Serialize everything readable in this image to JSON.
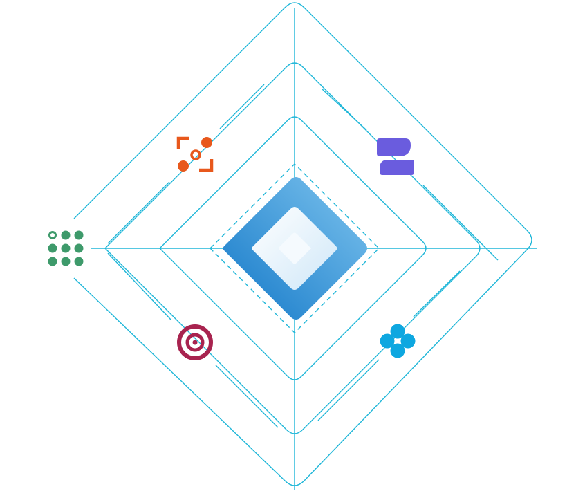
{
  "diagram": {
    "line_color": "#1eb6d8",
    "center": {
      "tile_gradient": [
        "#1378c8",
        "#7ec4ee"
      ],
      "inner_gradient": [
        "#ffffff",
        "#cfe7f8"
      ]
    },
    "icons": [
      {
        "id": "orange",
        "icon": "focus-people-icon",
        "color": "#e8581c"
      },
      {
        "id": "purple",
        "icon": "stacked-bars-icon",
        "color": "#6a5cde"
      },
      {
        "id": "green",
        "icon": "dot-grid-icon",
        "color": "#3e9a6b"
      },
      {
        "id": "magenta",
        "icon": "target-icon",
        "color": "#a8234f"
      },
      {
        "id": "blue",
        "icon": "clover-icon",
        "color": "#0ea7e0"
      }
    ]
  }
}
